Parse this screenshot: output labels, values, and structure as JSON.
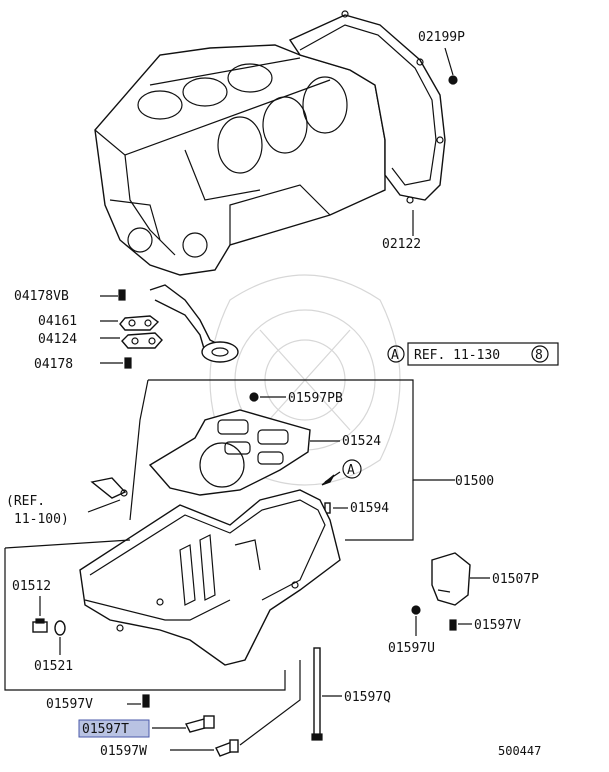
{
  "labels": {
    "l02199P": "02199P",
    "l02122": "02122",
    "l04178VB": "04178VB",
    "l04161": "04161",
    "l04124": "04124",
    "l04178": "04178",
    "l01597PB": "01597PB",
    "l01524": "01524",
    "l01500": "01500",
    "l01594": "01594",
    "l01512": "01512",
    "l01521": "01521",
    "l01507P": "01507P",
    "l01597V_right": "01597V",
    "l01597U": "01597U",
    "l01597V_left": "01597V",
    "l01597Q": "01597Q",
    "l01597T": "01597T",
    "l01597W": "01597W"
  },
  "references": {
    "ref_a_letter": "A",
    "ref_a_text": "REF. 11-130",
    "ref_a_page": "8",
    "arrow_a_letter": "A",
    "ref_box_line1": "(REF.",
    "ref_box_line2": "11-100)"
  },
  "diagram_number": "500447",
  "highlighted_part": "01597T",
  "colors": {
    "highlight": "#b9c3e3",
    "line": "#111111"
  }
}
